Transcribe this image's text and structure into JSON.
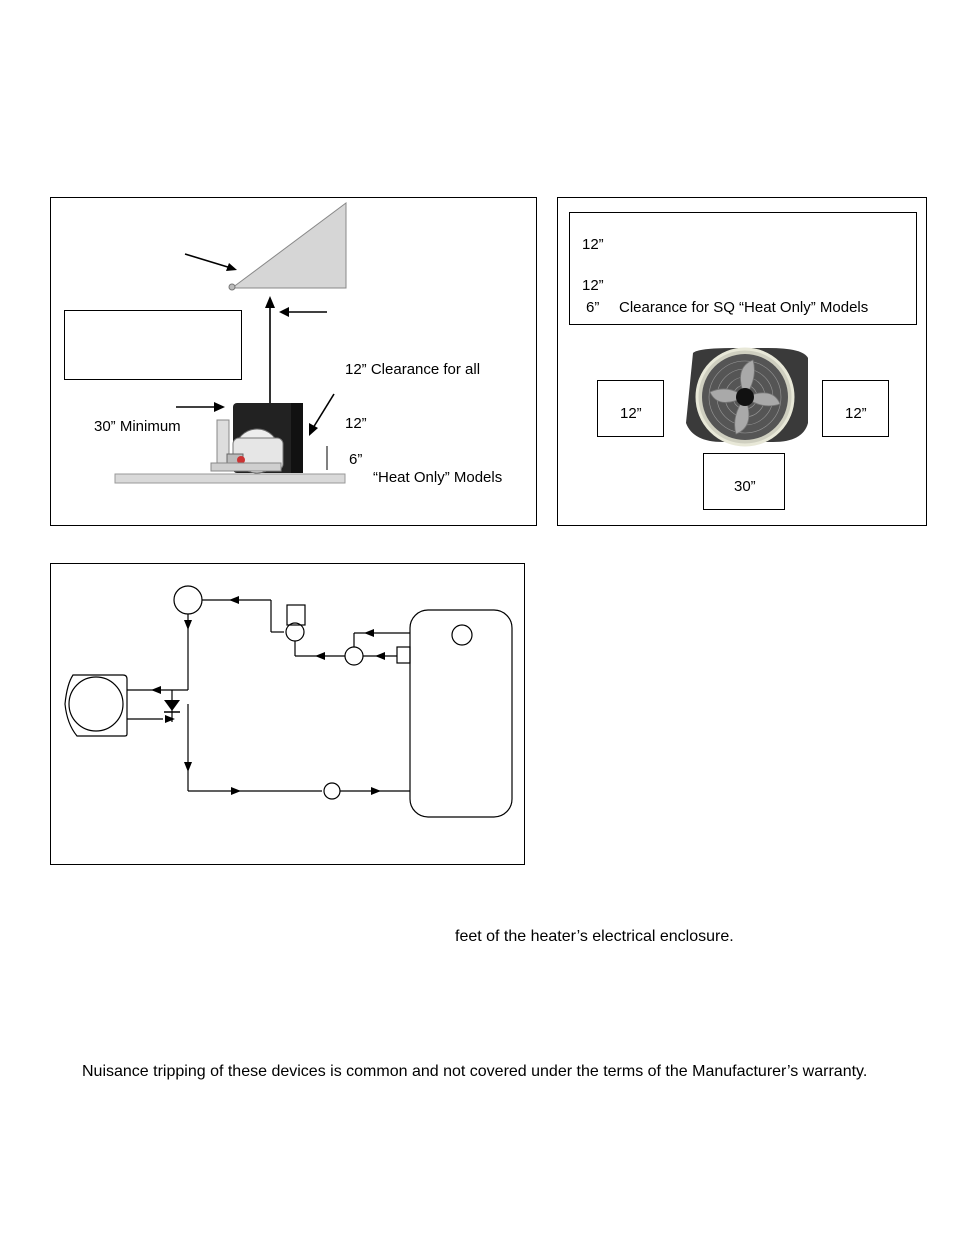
{
  "fig1": {
    "clear_all_label": "12” Clearance for all",
    "clear_12_label": "12”",
    "clear_6_label": "6”",
    "heat_only_label": "“Heat Only” Models",
    "min_30_label": "30” Minimum"
  },
  "fig2": {
    "line1": "12”",
    "line2": "12”",
    "line3_num": "6”",
    "line3_text": "Clearance for SQ “Heat Only” Models",
    "left_box": "12”",
    "right_box": "12”",
    "bottom_box": "30”"
  },
  "body_text": {
    "line1": "feet of the heater’s electrical enclosure.",
    "line2": "Nuisance tripping of these devices is common and not covered under the terms of the Manufacturer’s warranty."
  }
}
